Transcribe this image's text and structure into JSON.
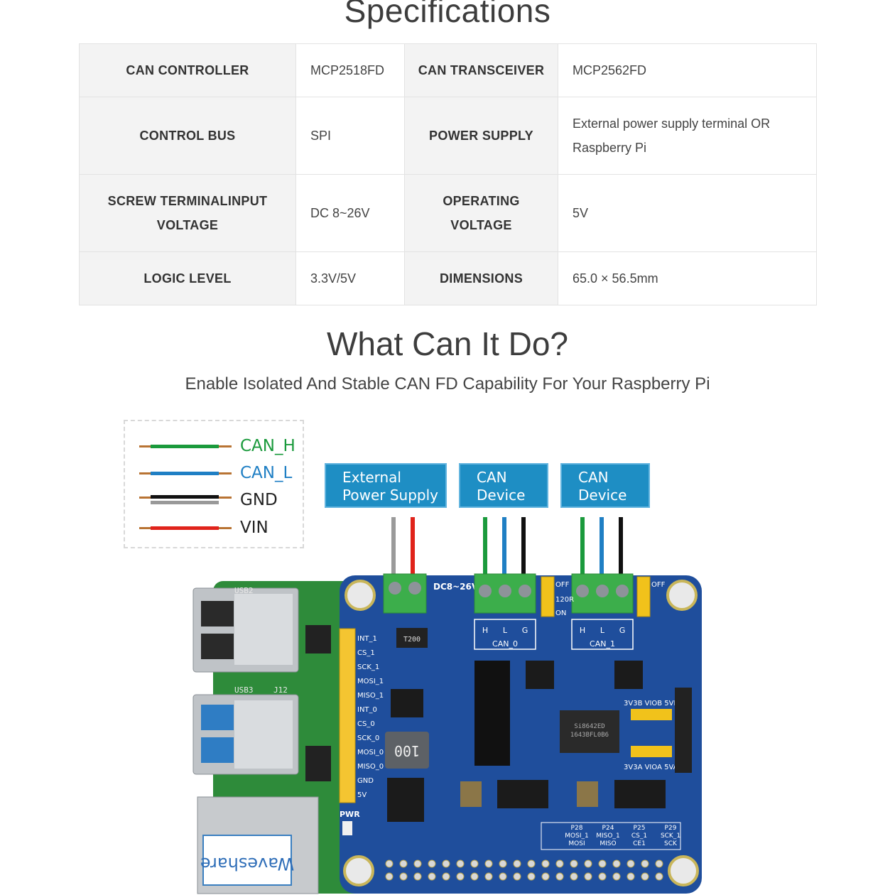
{
  "spec_title": "Specifications",
  "spec_rows": [
    {
      "k1": "CAN CONTROLLER",
      "v1": "MCP2518FD",
      "k2": "CAN TRANSCEIVER",
      "v2": "MCP2562FD"
    },
    {
      "k1": "CONTROL BUS",
      "v1": "SPI",
      "k2": "POWER SUPPLY",
      "v2": "External power supply terminal OR Raspberry Pi"
    },
    {
      "k1": "SCREW TERMINALINPUT VOLTAGE",
      "v1": "DC 8~26V",
      "k2": "OPERATING VOLTAGE",
      "v2": "5V"
    },
    {
      "k1": "LOGIC LEVEL",
      "v1": "3.3V/5V",
      "k2": "DIMENSIONS",
      "v2": "65.0 × 56.5mm"
    }
  ],
  "do_title": "What Can It Do?",
  "do_subtitle": "Enable Isolated And Stable CAN FD Capability For Your Raspberry Pi",
  "legend": [
    {
      "label": "CAN_H",
      "color": "#1a9a3c"
    },
    {
      "label": "CAN_L",
      "color": "#1f7fc4"
    },
    {
      "label": "GND",
      "color": "#111111"
    },
    {
      "label": "VIN",
      "color": "#e0231b"
    }
  ],
  "boxes": {
    "ext_line1": "External",
    "ext_line2": "Power Supply",
    "can1_line1": "CAN",
    "can1_line2": "Device",
    "can2_line1": "CAN",
    "can2_line2": "Device"
  },
  "board": {
    "dc_label": "DC8~26V",
    "can0_label": "CAN_0",
    "can1_label": "CAN_1",
    "hlg": [
      "H",
      "L",
      "G"
    ],
    "off_label": "OFF",
    "on_label": "ON",
    "r120_label": "120R",
    "pins_left": [
      "INT_1",
      "CS_1",
      "SCK_1",
      "MOSI_1",
      "MISO_1",
      "INT_0",
      "CS_0",
      "SCK_0",
      "MOSI_0",
      "MISO_0",
      "GND",
      "5V"
    ],
    "pwr_label": "PWR",
    "ic_text1": "Si8642ED",
    "ic_text2": "1643BFL0B6",
    "volt_label1": "3V3B VIOB 5VB",
    "volt_label2": "3V3A VIOA 5VA",
    "inductor": "100",
    "t200": "T200",
    "pin_table": [
      "P28",
      "P24",
      "P25",
      "P29",
      "MOSI_1",
      "MISO_1",
      "CS_1",
      "SCK_1",
      "MOSI",
      "MISO",
      "CE1",
      "SCK"
    ],
    "brand": "Waveshare",
    "usb_text": "USB2",
    "usb3_text": "USB3",
    "j12": "J12"
  },
  "colors": {
    "pcb_blue": "#1f4e9c",
    "rpi_green": "#2e8b3a",
    "box_blue": "#1e8ec4",
    "terminal_green": "#3cae4b"
  }
}
